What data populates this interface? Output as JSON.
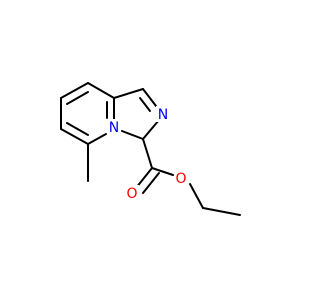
{
  "molecule": {
    "name": "",
    "atom_labels": {
      "imidazole_n": "N",
      "bridgehead_n": "N",
      "carbonyl_o": "O",
      "ester_o": "O"
    },
    "colors": {
      "nitrogen": "#0000ff",
      "oxygen": "#ff0000",
      "bond": "#000000",
      "background": "#ffffff"
    }
  }
}
